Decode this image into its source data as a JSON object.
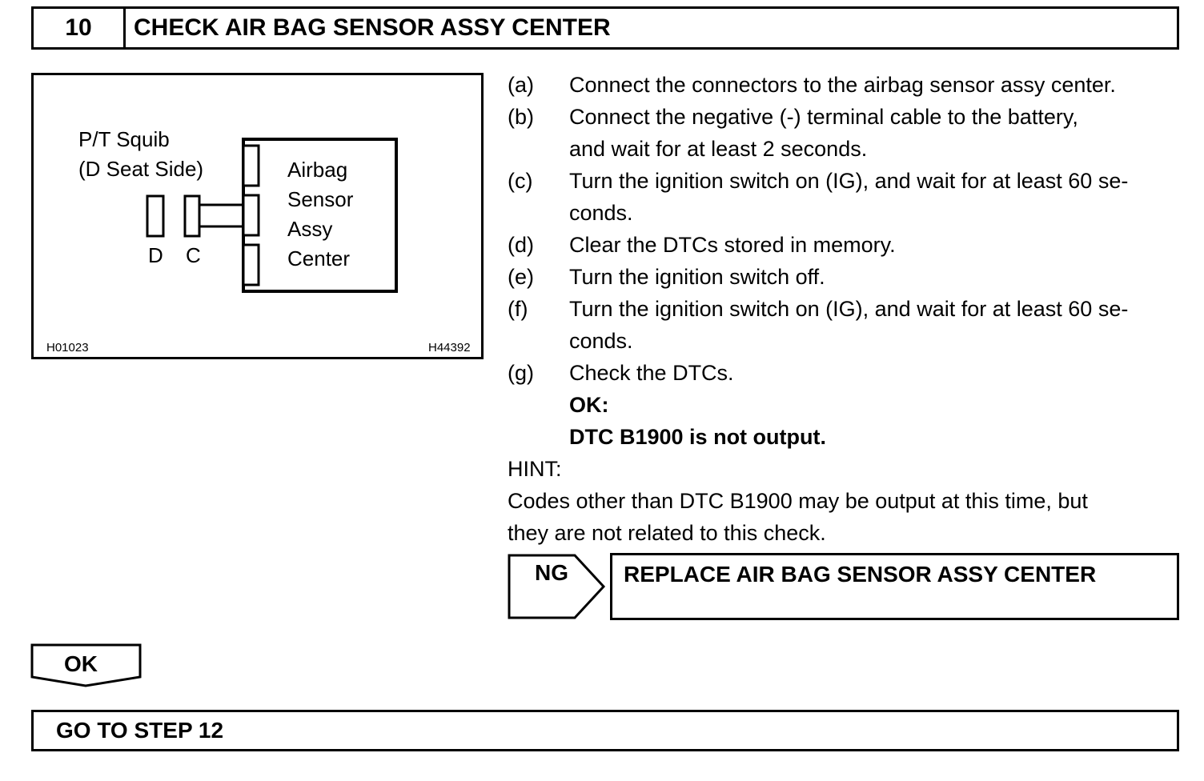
{
  "header": {
    "step_number": "10",
    "title": "CHECK AIR BAG SENSOR ASSY CENTER"
  },
  "figure": {
    "squib_label_line1": "P/T Squib",
    "squib_label_line2": "(D Seat Side)",
    "connector_d": "D",
    "connector_c": "C",
    "ecu_label": [
      "Airbag",
      "Sensor",
      "Assy",
      "Center"
    ],
    "code_left": "H01023",
    "code_right": "H44392"
  },
  "steps": [
    {
      "letter": "(a)",
      "lines": [
        "Connect the connectors to the airbag sensor assy center."
      ]
    },
    {
      "letter": "(b)",
      "lines": [
        "Connect the negative (-) terminal cable to the battery,",
        "and wait for at least 2 seconds."
      ]
    },
    {
      "letter": "(c)",
      "lines": [
        "Turn the ignition switch on (IG), and wait for at least 60 se-",
        "conds."
      ]
    },
    {
      "letter": "(d)",
      "lines": [
        "Clear the DTCs stored in memory."
      ]
    },
    {
      "letter": "(e)",
      "lines": [
        "Turn the ignition switch off."
      ]
    },
    {
      "letter": "(f)",
      "lines": [
        "Turn the ignition switch on (IG), and wait for at least 60 se-",
        "conds."
      ]
    },
    {
      "letter": "(g)",
      "lines": [
        "Check the DTCs."
      ]
    }
  ],
  "ok_criteria": {
    "label": "OK:",
    "text": "DTC B1900 is not output."
  },
  "hint": {
    "label": "HINT:",
    "lines": [
      "Codes other than DTC B1900 may be output at this time, but",
      "they are not related to this check."
    ]
  },
  "ng": {
    "label": "NG",
    "action": "REPLACE AIR BAG SENSOR ASSY CENTER"
  },
  "ok": {
    "label": "OK",
    "next": "GO TO STEP 12"
  }
}
